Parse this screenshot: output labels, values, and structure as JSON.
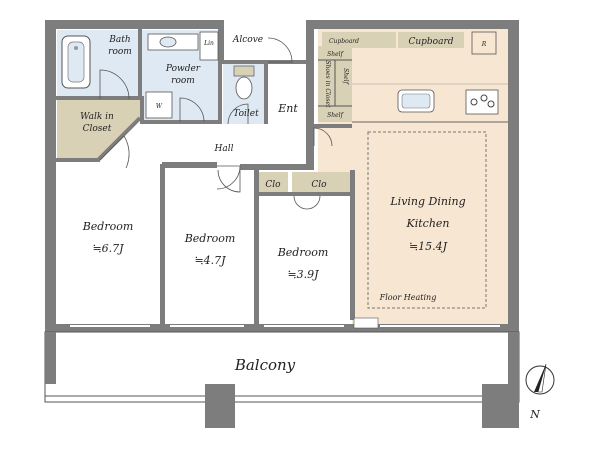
{
  "colors": {
    "wall": "#7d7d7d",
    "floor_white": "#ffffff",
    "wet_area": "#dfe9f3",
    "closet": "#d9d1b6",
    "ldk": "#f7e6d2",
    "balcony": "#ffffff"
  },
  "rooms": {
    "bath": "Bath room",
    "bath_line1": "Bath",
    "bath_line2": "room",
    "powder_line1": "Powder",
    "powder_line2": "room",
    "lin": "Lin",
    "alcove": "Alcove",
    "toilet": "Toilet",
    "ent": "Ent",
    "walk_in_line1": "Walk in",
    "walk_in_line2": "Closet",
    "washer": "W",
    "hall": "Hall",
    "clo1": "Clo",
    "clo2": "Clo",
    "bedroom1": "Bedroom",
    "bedroom1_size": "≒6.7J",
    "bedroom2": "Bedroom",
    "bedroom2_size": "≒4.7J",
    "bedroom3": "Bedroom",
    "bedroom3_size": "≒3.9J",
    "ldk_line1": "Living Dining",
    "ldk_line2": "Kitchen",
    "ldk_size": "≒15.4J",
    "floor_heating": "Floor Heating",
    "cupboard_small": "Cupboard",
    "cupboard_large": "Cupboard",
    "fridge": "R",
    "shelf_a": "Shelf",
    "shelf_b": "Shelf",
    "shelf_c": "Shelf",
    "shoes_in_closet": "Shoes in Closet",
    "balcony": "Balcony"
  },
  "compass": {
    "label": "N"
  }
}
